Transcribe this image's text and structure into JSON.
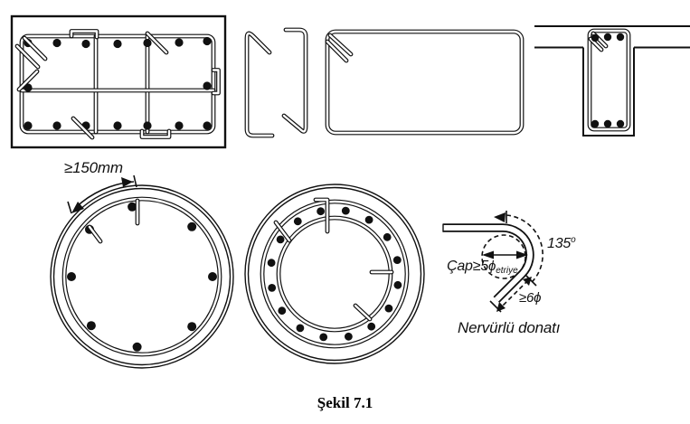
{
  "figure": {
    "caption": "Şekil 7.1",
    "labels": {
      "spacing": "≥150mm",
      "angle": "135",
      "angle_sup": "o",
      "diameter_prefix": "Çap≥5",
      "diameter_phi": "ϕ",
      "diameter_sub": "etriye",
      "extension": "≥6ϕ",
      "rebar_note": "Nervürlü donatı"
    },
    "ink_color": "#111111",
    "background_color": "#ffffff"
  }
}
